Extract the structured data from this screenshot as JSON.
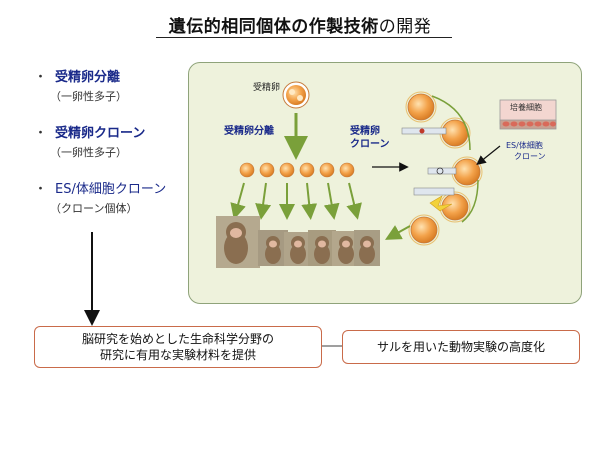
{
  "title": {
    "bold": "遺伝的相同個体の作製技術",
    "plain": "の開発"
  },
  "bullets": [
    {
      "label": "受精卵分離",
      "sub": "（一卵性多子）"
    },
    {
      "label": "受精卵クローン",
      "sub": "（一卵性多子）"
    },
    {
      "label": "ES/体細胞クローン",
      "sub": "（クローン個体）"
    }
  ],
  "bullet_marker": "・",
  "diagram": {
    "fertilized_egg": "受精卵",
    "split_label": "受精卵分離",
    "clone_label_1": "受精卵",
    "clone_label_2": "クローン",
    "culture_cells": "培養細胞",
    "es_label_1": "ES/体細胞",
    "es_label_2": "クローン"
  },
  "outcome_box": {
    "line1": "脳研究を始めとした生命科学分野の",
    "line2": "研究に有用な実験材料を提供"
  },
  "advance_box": {
    "text": "サルを用いた動物実験の高度化"
  },
  "colors": {
    "accent_blue": "#1a2a8a",
    "panel_bg": "#eef2dc",
    "arrow_green": "#7aa03a",
    "box_border": "#c96b4a",
    "egg_orange": "#e8903a"
  }
}
